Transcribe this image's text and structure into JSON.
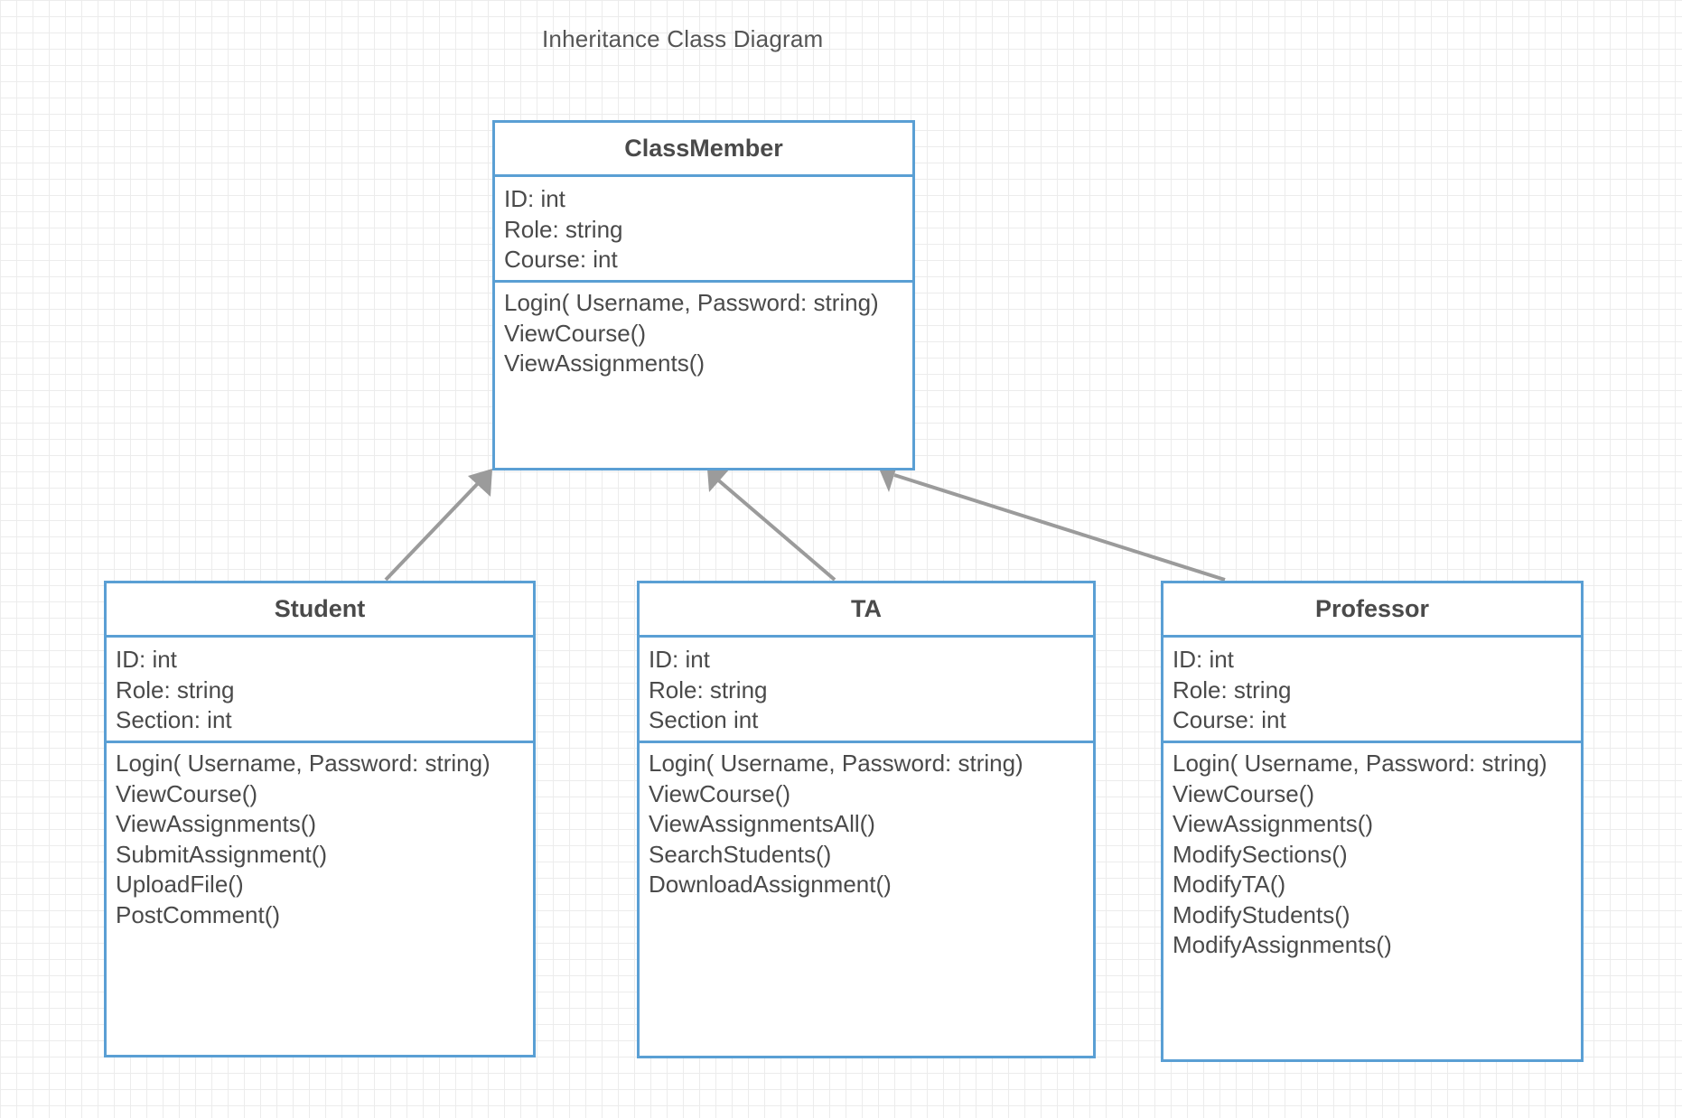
{
  "title": "Inheritance Class Diagram",
  "colors": {
    "class_border": "#5a9fd4",
    "arrow": "#9b9b9b",
    "grid": "#ececec"
  },
  "classes": {
    "classmember": {
      "name": "ClassMember",
      "attributes": [
        "ID: int",
        "Role: string",
        "Course: int"
      ],
      "methods": [
        "Login( Username, Password: string)",
        "ViewCourse()",
        "ViewAssignments()"
      ]
    },
    "student": {
      "name": "Student",
      "attributes": [
        "ID: int",
        "Role: string",
        "Section: int"
      ],
      "methods": [
        "Login( Username, Password: string)",
        "ViewCourse()",
        "ViewAssignments()",
        "SubmitAssignment()",
        "UploadFile()",
        "PostComment()"
      ]
    },
    "ta": {
      "name": "TA",
      "attributes": [
        "ID: int",
        "Role: string",
        "Section int"
      ],
      "methods": [
        "Login( Username, Password: string)",
        "ViewCourse()",
        "ViewAssignmentsAll()",
        "SearchStudents()",
        "DownloadAssignment()"
      ]
    },
    "professor": {
      "name": "Professor",
      "attributes": [
        "ID: int",
        "Role: string",
        "Course: int"
      ],
      "methods": [
        "Login( Username, Password: string)",
        "ViewCourse()",
        "ViewAssignments()",
        "ModifySections()",
        "ModifyTA()",
        "ModifyStudents()",
        "ModifyAssignments()"
      ]
    }
  },
  "relationships": [
    {
      "type": "inheritance",
      "from": "Student",
      "to": "ClassMember"
    },
    {
      "type": "inheritance",
      "from": "TA",
      "to": "ClassMember"
    },
    {
      "type": "inheritance",
      "from": "Professor",
      "to": "ClassMember"
    }
  ]
}
